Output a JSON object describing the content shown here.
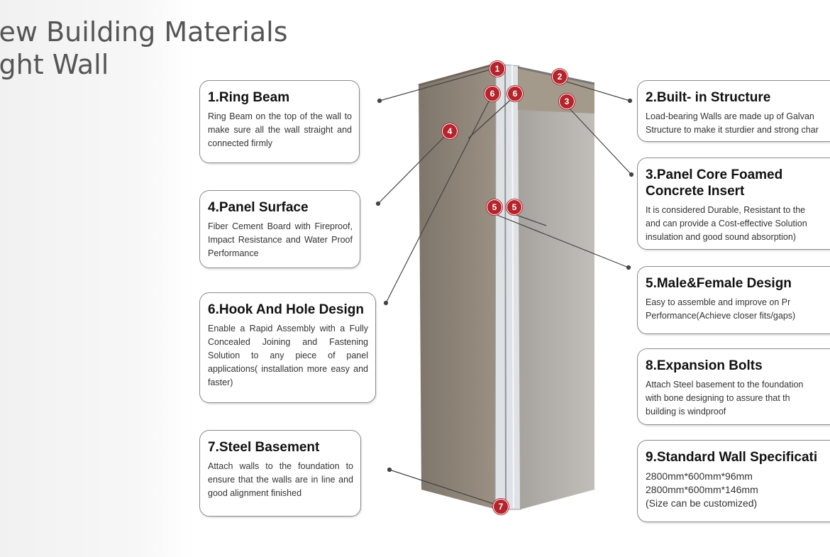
{
  "headline": "lew Building Materials\night Wall",
  "boxes": {
    "b1": {
      "title": "1.Ring Beam",
      "desc": "Ring Beam on the top of the wall to make sure all the wall straight and connected firmly"
    },
    "b2": {
      "title": "2.Built- in Structure",
      "desc": "Load-bearing Walls are made up of Galvan\nStructure to make it sturdier and strong char"
    },
    "b3": {
      "title": "3.Panel Core Foamed\n   Concrete Insert",
      "desc": "It is considered Durable, Resistant to the\nand can provide a Cost-effective Solution\ninsulation and good sound absorption)"
    },
    "b4": {
      "title": "4.Panel Surface",
      "desc": "Fiber Cement Board with Fireproof, Impact Resistance and Water Proof Performance"
    },
    "b5": {
      "title": "5.Male&Female Design",
      "desc": "Easy to assemble and improve on Pr\nPerformance(Achieve closer fits/gaps)"
    },
    "b6": {
      "title": "6.Hook And Hole Design",
      "desc": "Enable a Rapid Assembly with a Fully Concealed Joining and Fastening Solution to any piece of panel applications( installation more easy and faster)"
    },
    "b7": {
      "title": "7.Steel Basement",
      "desc": "Attach walls to the foundation to ensure that the walls are in line and good alignment    finished"
    },
    "b8": {
      "title": "8.Expansion Bolts",
      "desc": "Attach Steel basement to the foundation\nwith bone designing to assure that th\nbuilding is windproof"
    },
    "b9": {
      "title": "9.Standard Wall Specificati",
      "desc": "2800mm*600mm*96mm\n2800mm*600mm*146mm\n(Size can be customized)"
    }
  },
  "markers": {
    "m1": "1",
    "m2": "2",
    "m3": "3",
    "m4": "4",
    "m5a": "5",
    "m5b": "5",
    "m6a": "6",
    "m6b": "6",
    "m7": "7"
  },
  "colors": {
    "marker": "#b4242c",
    "panel_left": "#8f857a",
    "panel_right": "#b3b0ab",
    "foam_core": "#a39a8c"
  }
}
